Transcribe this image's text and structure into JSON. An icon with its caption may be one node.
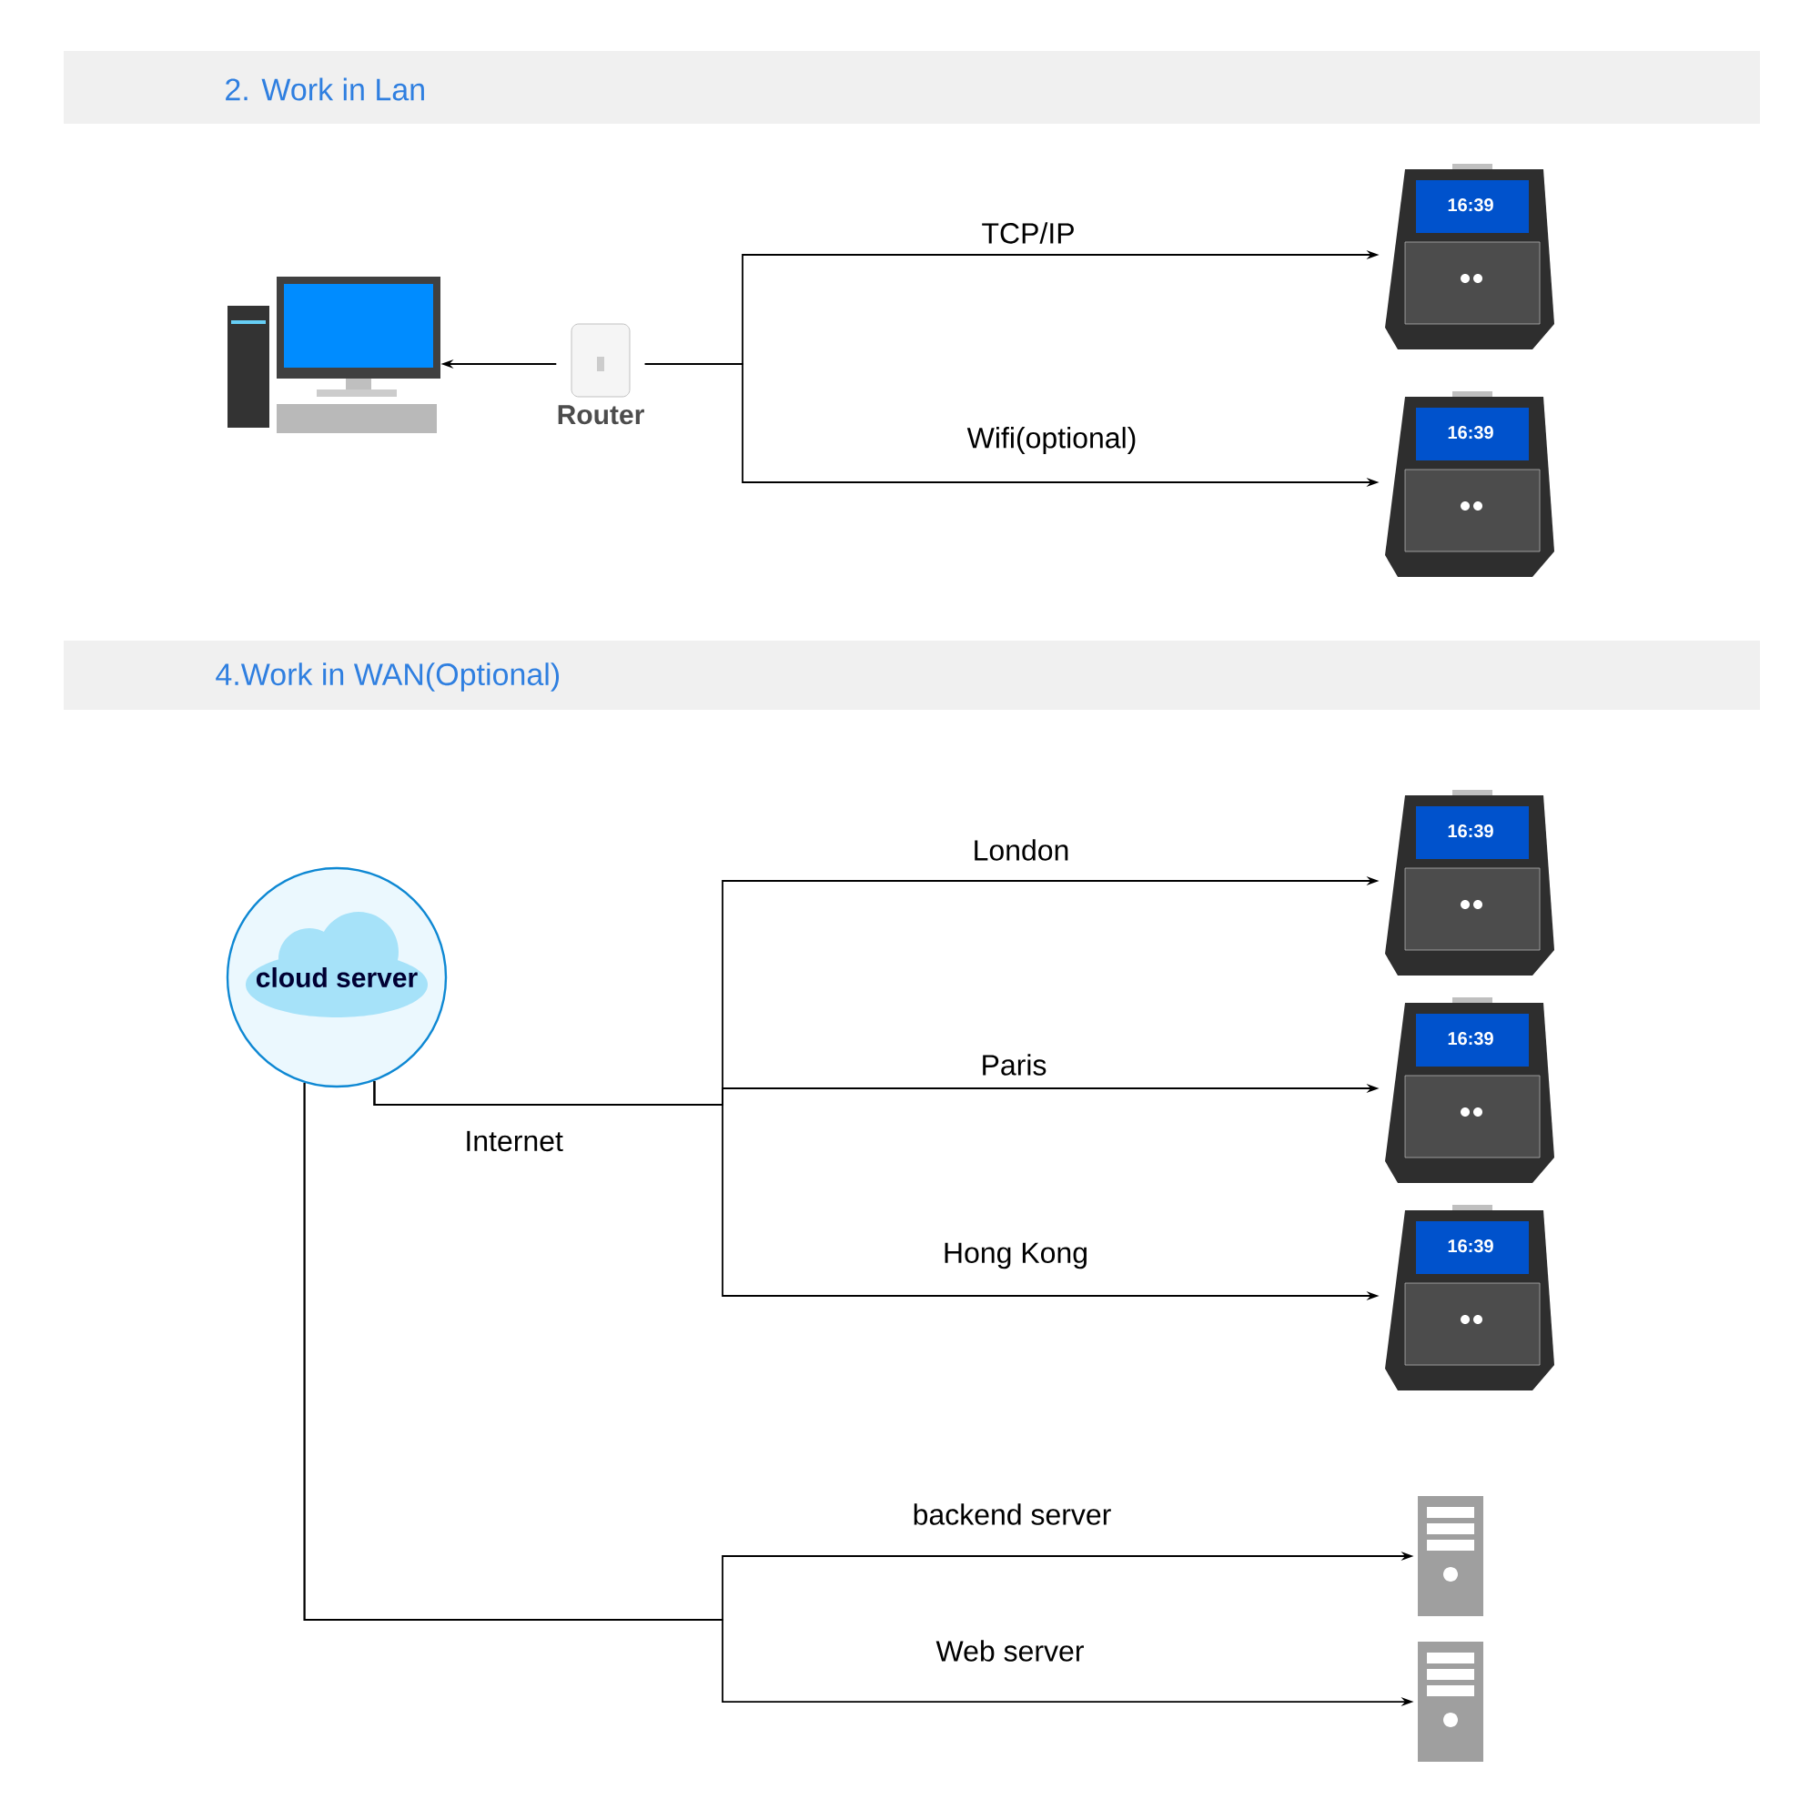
{
  "diagram": {
    "nodes": [
      {
        "text": [],
        "shape": "picture"
      },
      {
        "text": [
          "Router"
        ]
      },
      {
        "text": [
          "16:39"
        ]
      },
      {
        "text": [
          "16:39"
        ]
      },
      {
        "text": [
          "cloud server"
        ]
      },
      {
        "text": [
          "16:39"
        ]
      },
      {
        "text": [
          "16:39"
        ]
      },
      {
        "text": [
          "16:39"
        ]
      },
      {
        "text": [],
        "shape": "picture"
      },
      {
        "text": [],
        "shape": "picture"
      }
    ],
    "edges": [
      {
        "from": 1,
        "to": 0,
        "arrow": "to"
      },
      {
        "from": 1,
        "to": 2,
        "arrow": "to",
        "label": "TCP/IP"
      },
      {
        "from": 1,
        "to": 3,
        "arrow": "to",
        "label": "Wifi(optional)"
      },
      {
        "from": 4,
        "to": 5,
        "arrow": "to",
        "label": "London"
      },
      {
        "from": 4,
        "to": 6,
        "arrow": "to",
        "label": "Paris"
      },
      {
        "from": 4,
        "to": 7,
        "arrow": "to",
        "label": "Hong Kong"
      },
      {
        "from": 4,
        "to": 8,
        "arrow": "to",
        "label": "backend server"
      },
      {
        "from": 4,
        "to": 9,
        "arrow": "to",
        "label": "Web server"
      }
    ],
    "labels": [
      "2. Work in Lan",
      "4.Work in WAN(Optional)",
      "Internet"
    ]
  }
}
